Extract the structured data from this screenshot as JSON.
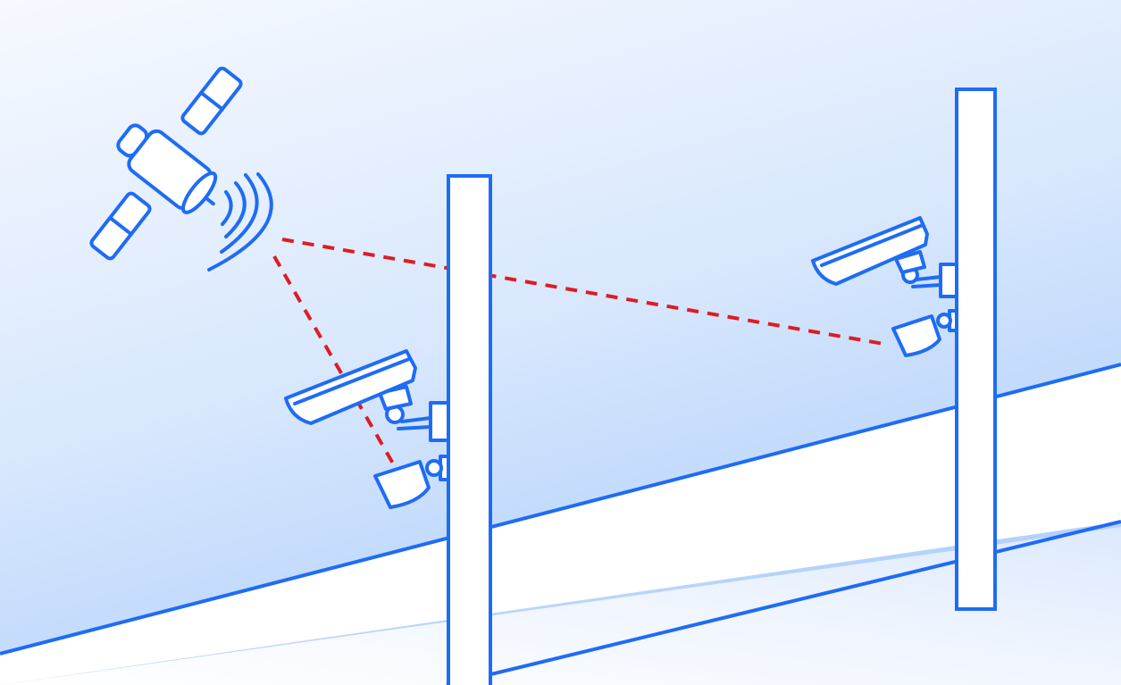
{
  "colors": {
    "outline": "#1f6cf4",
    "link": "#dd1c24",
    "sky_light": "#f4f8fe",
    "sky_dark": "#b7d4fb",
    "road": "#ffffff",
    "fill": "#ffffff"
  },
  "icons": [
    "satellite-icon",
    "signal-waves-icon",
    "cctv-camera-icon",
    "gps-receiver-icon",
    "pole-icon"
  ],
  "links": [
    {
      "from": "satellite",
      "to": "gps-receiver-pole-1",
      "style": "dashed"
    },
    {
      "from": "satellite",
      "to": "gps-receiver-pole-2",
      "style": "dashed"
    }
  ]
}
